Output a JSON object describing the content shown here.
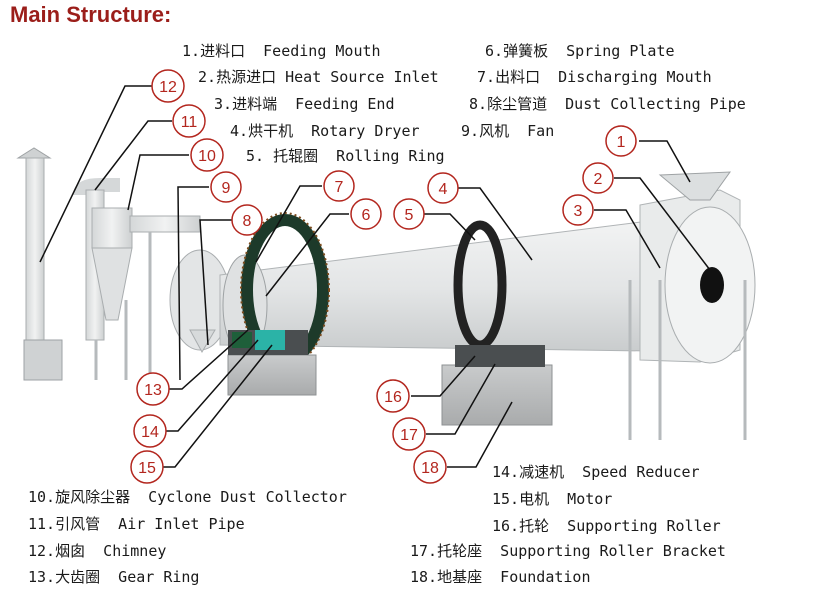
{
  "title": "Main Structure:",
  "parts": [
    {
      "no": "1.",
      "zh": "进料口",
      "en": "Feeding Mouth"
    },
    {
      "no": "2.",
      "zh": "热源进口",
      "en": "Heat Source Inlet"
    },
    {
      "no": "3.",
      "zh": "进料端",
      "en": "Feeding End"
    },
    {
      "no": "4.",
      "zh": "烘干机",
      "en": "Rotary Dryer"
    },
    {
      "no": "5.",
      "zh": "托辊圈",
      "en": "Rolling Ring"
    },
    {
      "no": "6.",
      "zh": "弹簧板",
      "en": "Spring Plate"
    },
    {
      "no": "7.",
      "zh": "出料口",
      "en": "Discharging Mouth"
    },
    {
      "no": "8.",
      "zh": "除尘管道",
      "en": "Dust Collecting Pipe"
    },
    {
      "no": "9.",
      "zh": "风机",
      "en": "Fan"
    },
    {
      "no": "10.",
      "zh": "旋风除尘器",
      "en": "Cyclone Dust Collector"
    },
    {
      "no": "11.",
      "zh": "引风管",
      "en": "Air Inlet Pipe"
    },
    {
      "no": "12.",
      "zh": "烟囱",
      "en": "Chimney"
    },
    {
      "no": "13.",
      "zh": "大齿圈",
      "en": "Gear Ring"
    },
    {
      "no": "14.",
      "zh": "减速机",
      "en": "Speed Reducer"
    },
    {
      "no": "15.",
      "zh": "电机",
      "en": "Motor"
    },
    {
      "no": "16.",
      "zh": "托轮",
      "en": "Supporting Roller"
    },
    {
      "no": "17.",
      "zh": "托轮座",
      "en": "Supporting Roller Bracket"
    },
    {
      "no": "18.",
      "zh": "地基座",
      "en": "Foundation"
    }
  ],
  "callouts": [
    "1",
    "2",
    "3",
    "4",
    "5",
    "6",
    "7",
    "8",
    "9",
    "10",
    "11",
    "12",
    "13",
    "14",
    "15",
    "16",
    "17",
    "18"
  ],
  "colors": {
    "title": "#9b1e1a",
    "callout": "#b3261e",
    "machine": "#e6e8e9",
    "gear": "#1d3a2a",
    "motor": "#2bb3a7"
  }
}
